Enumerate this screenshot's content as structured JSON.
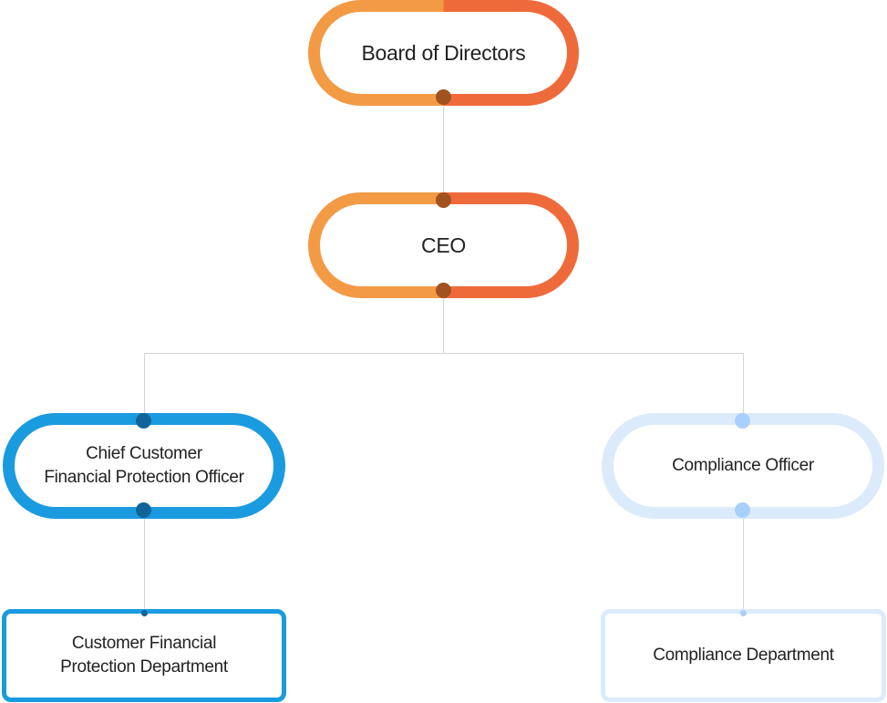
{
  "diagram": {
    "board": {
      "label": "Board of Directors"
    },
    "ceo": {
      "label": "CEO"
    },
    "chief_officer": {
      "label": "Chief Customer\nFinancial Protection Officer"
    },
    "compliance_officer": {
      "label": "Compliance Officer"
    },
    "cfp_department": {
      "label": "Customer Financial\nProtection Department"
    },
    "compliance_department": {
      "label": "Compliance Department"
    }
  },
  "colors": {
    "orange_left": "#f39a45",
    "orange_right": "#ef6a3b",
    "connector_dot_orange": "#a2521e",
    "blue": "#1a9be0",
    "connector_dot_blue": "#11649a",
    "light_blue": "#dcebfb",
    "connector_dot_light_blue": "#a9d0fb",
    "line": "#d4d6da"
  }
}
